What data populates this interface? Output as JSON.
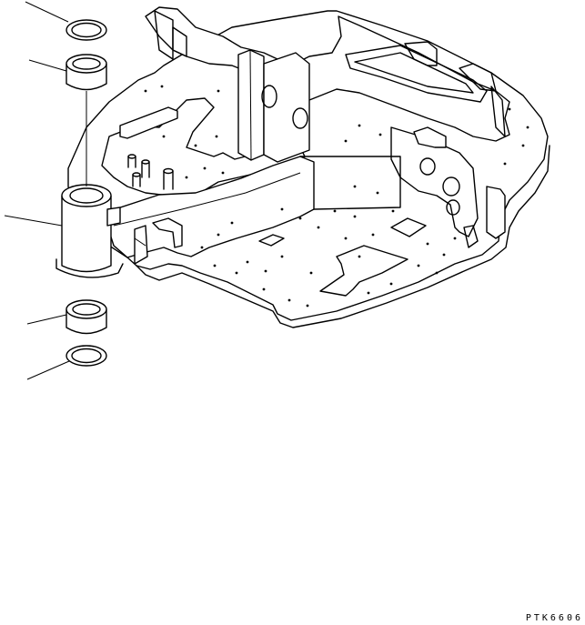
{
  "figure": {
    "document_code": "PTK6606",
    "callout_lines": [
      "seal-ring-upper",
      "bushing-upper",
      "boss-housing",
      "bushing-lower",
      "seal-ring-lower"
    ]
  }
}
